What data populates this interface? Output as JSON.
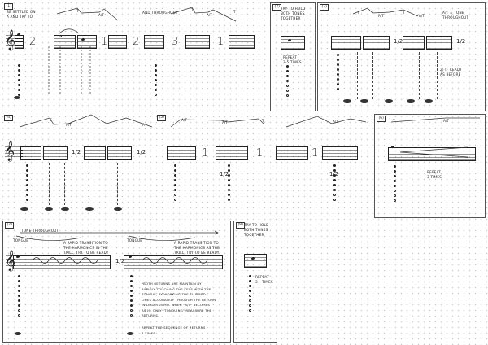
{
  "panels": {
    "p1": {
      "tag": "(1)",
      "note": "BE SETTLED ON\nA AND TRY TO",
      "dyn": [
        "T",
        "A/T",
        "T",
        "A/T",
        "T"
      ],
      "times": [
        "2",
        "1",
        "2",
        "3",
        "1"
      ],
      "text2": "AND THROUGHOUT"
    },
    "p2": {
      "tag": "(2)",
      "note1": "TRY TO HOLD\nBOTH TONES\nTOGETHER",
      "note2": "REPEAT\n3-5 TIMES"
    },
    "p3": {
      "tag": "(3)",
      "dyn": [
        "T",
        "A/T",
        "T",
        "A/T"
      ],
      "note1": "A/T = TONE\nTHROUGHOUT",
      "note2": "2) IF READY\nAS BEFORE",
      "times": [
        "1/2",
        "1/2"
      ]
    },
    "p4": {
      "tag": "(4)",
      "dyn": [
        "T",
        "A/T",
        "T",
        "A"
      ],
      "times": [
        "1/2",
        "1/2"
      ]
    },
    "p5": {
      "tag": "(5)",
      "dyn": [
        "A/T",
        "A/T",
        "T",
        "A/T"
      ],
      "times": [
        "1",
        "1",
        "1"
      ],
      "frac": [
        "1/2",
        "1/2"
      ]
    },
    "p6": {
      "tag": "(6)",
      "dyn": [
        "T",
        "A/T"
      ],
      "note": "REPEAT\n3 TIMES"
    },
    "p7": {
      "tag": "(7)",
      "head": "TONE THROUGHOUT",
      "marks": [
        "TONGUE",
        "TONGUE"
      ],
      "slurnote1": "A RAPID TRANSITION TO\nTHE HARMONICS IN THE\nTRILL, TRY TO BE READY",
      "slurnote2": "A RAPID TRANSITION TO\nTHE HARMONICS AS THE\nTRILL, TRY TO BE READY",
      "body": "*BOTH RETURNS ARE MAINTAIN BY\nRAPIDLY TOUCHING THE KEYS WITH THE\nTONGUE, BY WORKING THE SLURRED\nLINES ACCURATELY THROUGH THE RETURN\nIN LEGATISSIMO. WHEN \"A/T\" BECOMES\nAS IS, ONLY \"TONGUING\" REASSURE THE\nRETURNS.",
      "repeat": "REPEAT THE SEQUENCE OF RETURNS\n3 TIMES.",
      "frac": "1/2"
    },
    "p8": {
      "tag": "(8)",
      "note1": "TRY TO HOLD\nBOTH TONES\nTOGETHER",
      "note2": "REPEAT\n3+ TIMES"
    }
  }
}
